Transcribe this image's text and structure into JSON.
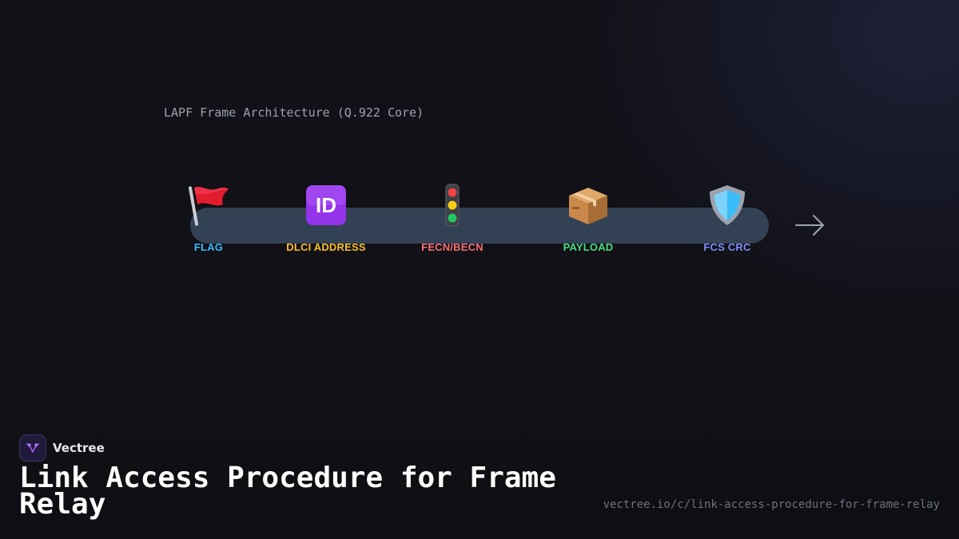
{
  "diagram": {
    "title": "LAPF Frame Architecture (Q.922 Core)",
    "fields": [
      {
        "label": "FLAG",
        "icon": "flag-icon",
        "color": "#38bdf8"
      },
      {
        "label": "DLCI ADDRESS",
        "icon": "id-badge-icon",
        "color": "#fbbf24"
      },
      {
        "label": "FECN/BECN",
        "icon": "traffic-light-icon",
        "color": "#f87171"
      },
      {
        "label": "PAYLOAD",
        "icon": "package-icon",
        "color": "#4ade80"
      },
      {
        "label": "FCS CRC",
        "icon": "shield-icon",
        "color": "#818cf8"
      }
    ],
    "track_color": "#334155",
    "arrow_icon": "arrow-right-icon"
  },
  "brand": {
    "name": "Vectree",
    "logo_icon": "vectree-logo-icon"
  },
  "page": {
    "title": "Link Access Procedure for Frame Relay",
    "url": "vectree.io/c/link-access-procedure-for-frame-relay"
  }
}
